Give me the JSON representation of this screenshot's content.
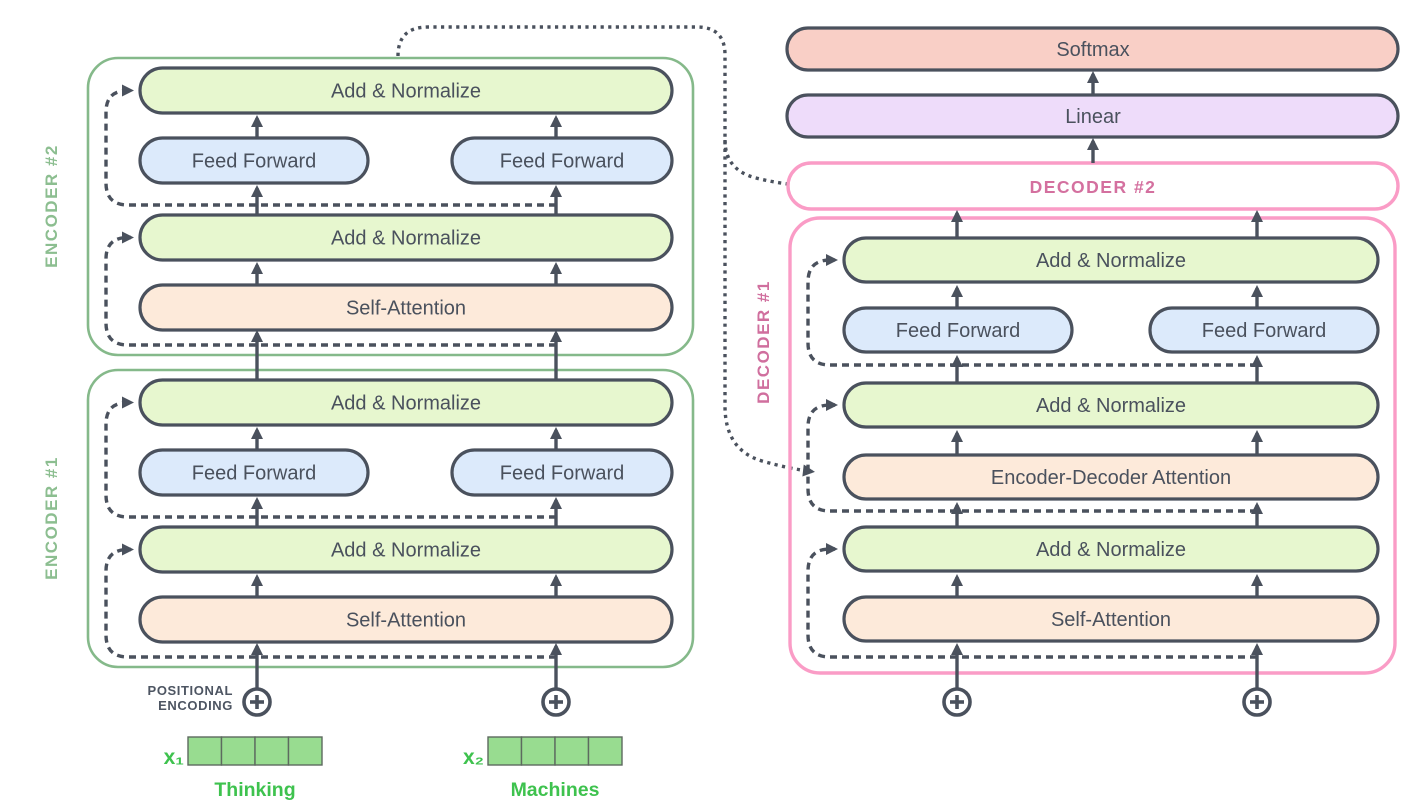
{
  "diagram": {
    "blocks": {
      "add_normalize": "Add & Normalize",
      "feed_forward": "Feed Forward",
      "self_attention": "Self-Attention",
      "encoder_decoder_attention": "Encoder-Decoder Attention",
      "softmax": "Softmax",
      "linear": "Linear"
    },
    "containers": {
      "encoder2": "ENCODER #2",
      "encoder1": "ENCODER #1",
      "decoder1": "DECODER #1",
      "decoder2": "DECODER #2"
    },
    "positional_encoding": {
      "line1": "POSITIONAL",
      "line2": "ENCODING"
    },
    "inputs": {
      "x1": {
        "label": "x₁",
        "word": "Thinking"
      },
      "x2": {
        "label": "x₂",
        "word": "Machines"
      }
    },
    "colors": {
      "outline_dark": "#4a515d",
      "encoder_border": "#85b98a",
      "decoder_border": "#fa9cc6",
      "encoder_label_text": "#8cbe90",
      "decoder_label_text": "#d06f9e",
      "add_normalize_fill": "#e7f7cf",
      "feed_forward_fill": "#dceafb",
      "attention_fill": "#fdeada",
      "softmax_fill": "#f9cfc6",
      "linear_fill": "#eedcfa",
      "input_green": "#3ec24e",
      "embedding_cell_fill": "#98dc90",
      "positional_label_text": "#4d5562"
    }
  }
}
